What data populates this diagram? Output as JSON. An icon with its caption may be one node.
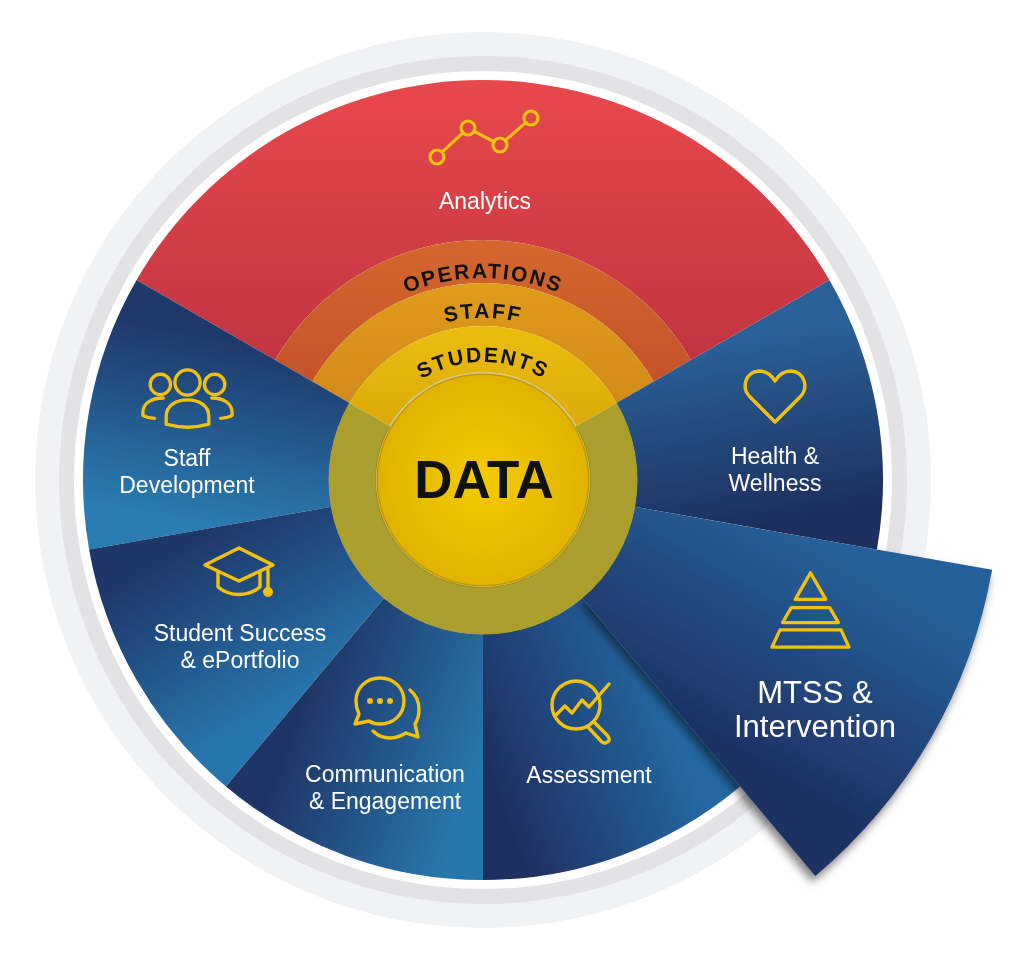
{
  "diagram": {
    "nodes": [
      {
        "text": [
          "Analytics"
        ]
      },
      {
        "text": [
          "OPERATIONS"
        ]
      },
      {
        "text": [
          "STAFF"
        ]
      },
      {
        "text": [
          "STUDENTS"
        ]
      },
      {
        "text": [
          "Staff Development"
        ]
      },
      {
        "text": [
          "DATA"
        ]
      },
      {
        "text": [
          "Health & Wellness"
        ]
      },
      {
        "text": [
          "Student Success & ePortfolio"
        ]
      },
      {
        "text": [
          "MTSS & Intervention"
        ]
      },
      {
        "text": [
          "Communication & Engagement"
        ]
      },
      {
        "text": [
          "Assessment"
        ]
      }
    ]
  }
}
